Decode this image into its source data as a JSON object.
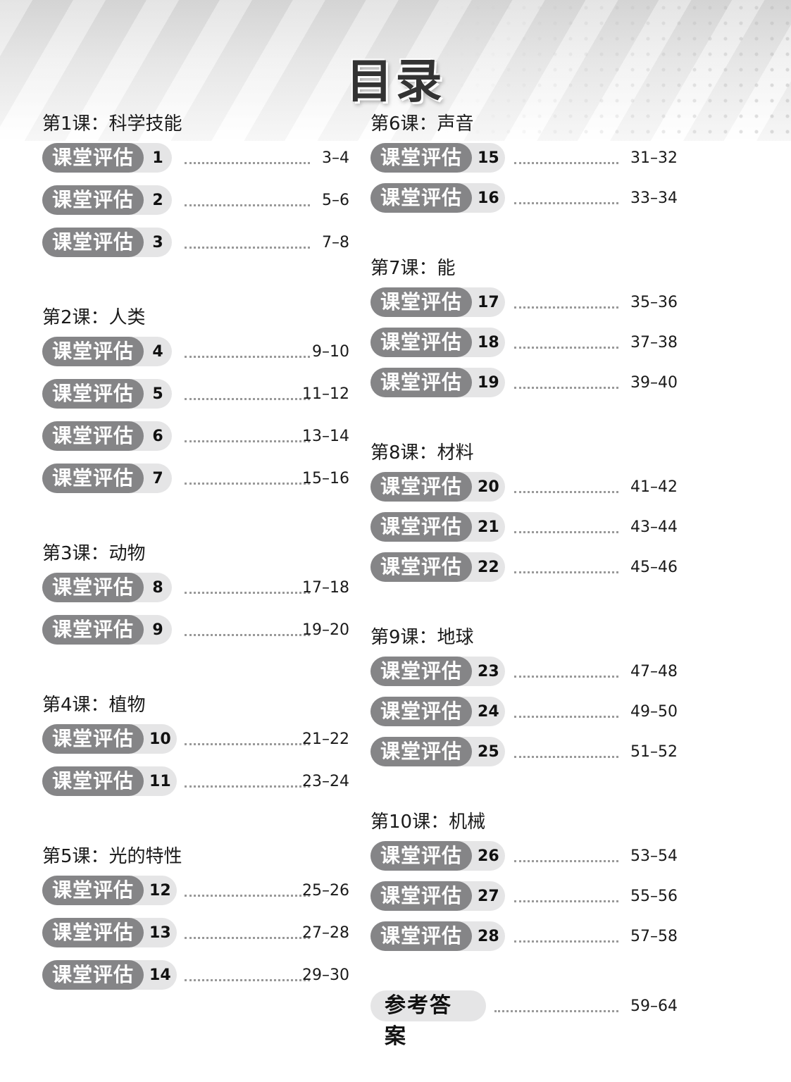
{
  "title": "目录",
  "badge_label": "课堂评估",
  "sections": [
    {
      "title": "第1课：科学技能",
      "items": [
        {
          "num": "1",
          "pages": "3–4"
        },
        {
          "num": "2",
          "pages": "5–6"
        },
        {
          "num": "3",
          "pages": "7–8"
        }
      ]
    },
    {
      "title": "第2课：人类",
      "items": [
        {
          "num": "4",
          "pages": "9–10"
        },
        {
          "num": "5",
          "pages": "11–12"
        },
        {
          "num": "6",
          "pages": "13–14"
        },
        {
          "num": "7",
          "pages": "15–16"
        }
      ]
    },
    {
      "title": "第3课：动物",
      "items": [
        {
          "num": "8",
          "pages": "17–18"
        },
        {
          "num": "9",
          "pages": "19–20"
        }
      ]
    },
    {
      "title": "第4课：植物",
      "items": [
        {
          "num": "10",
          "pages": "21–22"
        },
        {
          "num": "11",
          "pages": "23–24"
        }
      ]
    },
    {
      "title": "第5课：光的特性",
      "items": [
        {
          "num": "12",
          "pages": "25–26"
        },
        {
          "num": "13",
          "pages": "27–28"
        },
        {
          "num": "14",
          "pages": "29–30"
        }
      ]
    },
    {
      "title": "第6课：声音",
      "items": [
        {
          "num": "15",
          "pages": "31–32"
        },
        {
          "num": "16",
          "pages": "33–34"
        }
      ]
    },
    {
      "title": "第7课：能",
      "items": [
        {
          "num": "17",
          "pages": "35–36"
        },
        {
          "num": "18",
          "pages": "37–38"
        },
        {
          "num": "19",
          "pages": "39–40"
        }
      ]
    },
    {
      "title": "第8课：材料",
      "items": [
        {
          "num": "20",
          "pages": "41–42"
        },
        {
          "num": "21",
          "pages": "43–44"
        },
        {
          "num": "22",
          "pages": "45–46"
        }
      ]
    },
    {
      "title": "第9课：地球",
      "items": [
        {
          "num": "23",
          "pages": "47–48"
        },
        {
          "num": "24",
          "pages": "49–50"
        },
        {
          "num": "25",
          "pages": "51–52"
        }
      ]
    },
    {
      "title": "第10课：机械",
      "items": [
        {
          "num": "26",
          "pages": "53–54"
        },
        {
          "num": "27",
          "pages": "55–56"
        },
        {
          "num": "28",
          "pages": "57–58"
        }
      ]
    }
  ],
  "answers": {
    "label": "参考答案",
    "pages": "59–64"
  }
}
